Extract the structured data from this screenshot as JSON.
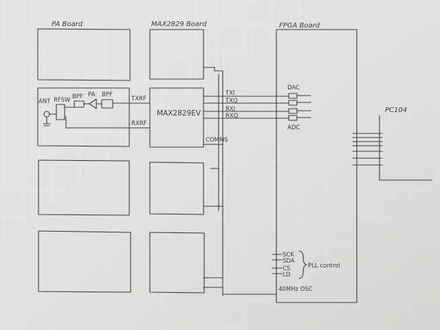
{
  "titles": {
    "pa_board": "PA Board",
    "max_board": "MAX2829 Board",
    "fpga_board": "FPGA Board",
    "pc": "PC104"
  },
  "rf_chain": {
    "ant": "ANT",
    "rfsw": "RFSW",
    "bpf1": "BPF",
    "pa": "PA",
    "bpf2": "BPF",
    "txrf": "TXRF",
    "rxrf": "RXRF"
  },
  "chip": {
    "name": "MAX2829EV",
    "comms": "COMMS"
  },
  "signals": [
    "TXI",
    "TXQ",
    "RXI",
    "RXQ"
  ],
  "converters": {
    "dac": "DAC",
    "adc": "ADC"
  },
  "pll": {
    "pins": [
      "SCK",
      "SDA",
      "CS",
      "LD"
    ],
    "label": "PLL control"
  },
  "osc": "40MHz OSC"
}
